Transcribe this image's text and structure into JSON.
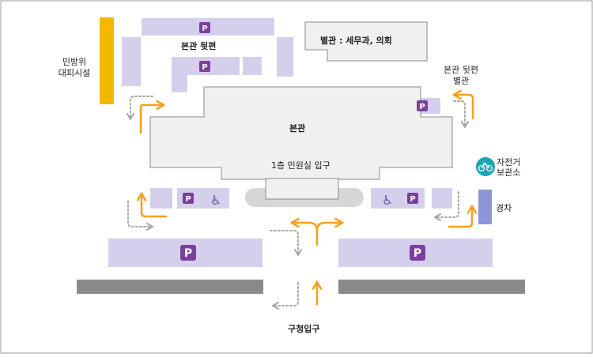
{
  "labels": {
    "annex": "별관 : 세무과, 의회",
    "behind_main": "본관 뒷편",
    "civil_defense_1": "민방위",
    "civil_defense_2": "대피시설",
    "behind_main_annex_1": "본관 뒷편",
    "behind_main_annex_2": "별관",
    "main_building": "본관",
    "entrance": "1층 민원실 입구",
    "bicycle_1": "자전거",
    "bicycle_2": "보관소",
    "compact_car": "경차",
    "gate": "구청입구"
  },
  "symbols": {
    "parking": "P",
    "accessible": "♿"
  },
  "colors": {
    "parking_zone": "#d4d0ec",
    "parking_sign": "#7b3f9e",
    "compact_car": "#8d96d6",
    "building": "#f0f0f0",
    "building_border": "#8a8a8a",
    "road": "#8a8a8a",
    "arrow_orange": "#f4a11d",
    "arrow_gray": "#a6a6a6",
    "civil_defense": "#f5b800",
    "bicycle": "#1da3b5"
  },
  "icons": [
    "parking-icon",
    "wheelchair-icon",
    "bicycle-icon"
  ]
}
